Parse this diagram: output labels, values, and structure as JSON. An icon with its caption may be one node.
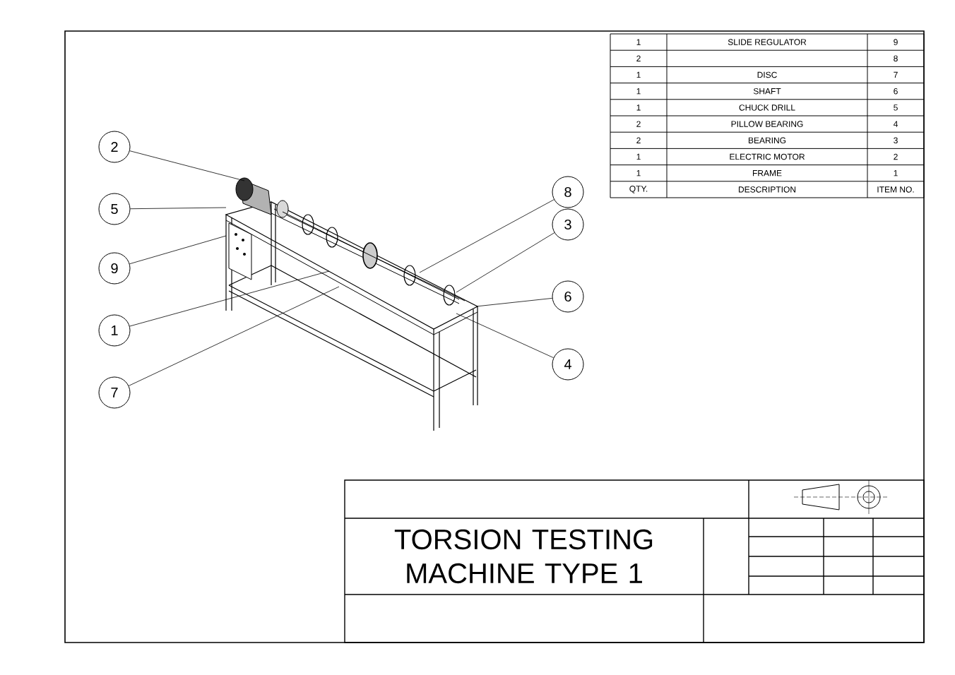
{
  "diagram": {
    "title": "TORSION TESTING MACHINE TYPE 1",
    "nodes": [
      {
        "text": [
          "2"
        ]
      },
      {
        "text": [
          "5"
        ]
      },
      {
        "text": [
          "9"
        ]
      },
      {
        "text": [
          "1"
        ]
      },
      {
        "text": [
          "7"
        ]
      },
      {
        "text": [
          "8"
        ]
      },
      {
        "text": [
          "3"
        ]
      },
      {
        "text": [
          "6"
        ]
      },
      {
        "text": [
          "4"
        ]
      },
      {
        "text": [],
        "shape": "picture"
      }
    ],
    "edges": [
      {
        "from": 0,
        "to": 9,
        "arrow": "none"
      },
      {
        "from": 1,
        "to": 9,
        "arrow": "none"
      },
      {
        "from": 2,
        "to": 9,
        "arrow": "none"
      },
      {
        "from": 3,
        "to": 9,
        "arrow": "none"
      },
      {
        "from": 4,
        "to": 9,
        "arrow": "none"
      },
      {
        "from": 5,
        "to": 9,
        "arrow": "none"
      },
      {
        "from": 6,
        "to": 9,
        "arrow": "none"
      },
      {
        "from": 7,
        "to": 9,
        "arrow": "none"
      },
      {
        "from": 8,
        "to": 9,
        "arrow": "none"
      }
    ],
    "labels": [
      "1",
      "SLIDE REGULATOR",
      "9",
      "2",
      "8",
      "1",
      "DISC",
      "7",
      "1",
      "SHAFT",
      "6",
      "1",
      "CHUCK DRILL",
      "5",
      "2",
      "PILLOW BEARING",
      "4",
      "2",
      "BEARING",
      "3",
      "1",
      "ELECTRIC MOTOR",
      "2",
      "1",
      "FRAME",
      "1",
      "QTY.",
      "DESCRIPTION",
      "ITEM NO."
    ]
  }
}
